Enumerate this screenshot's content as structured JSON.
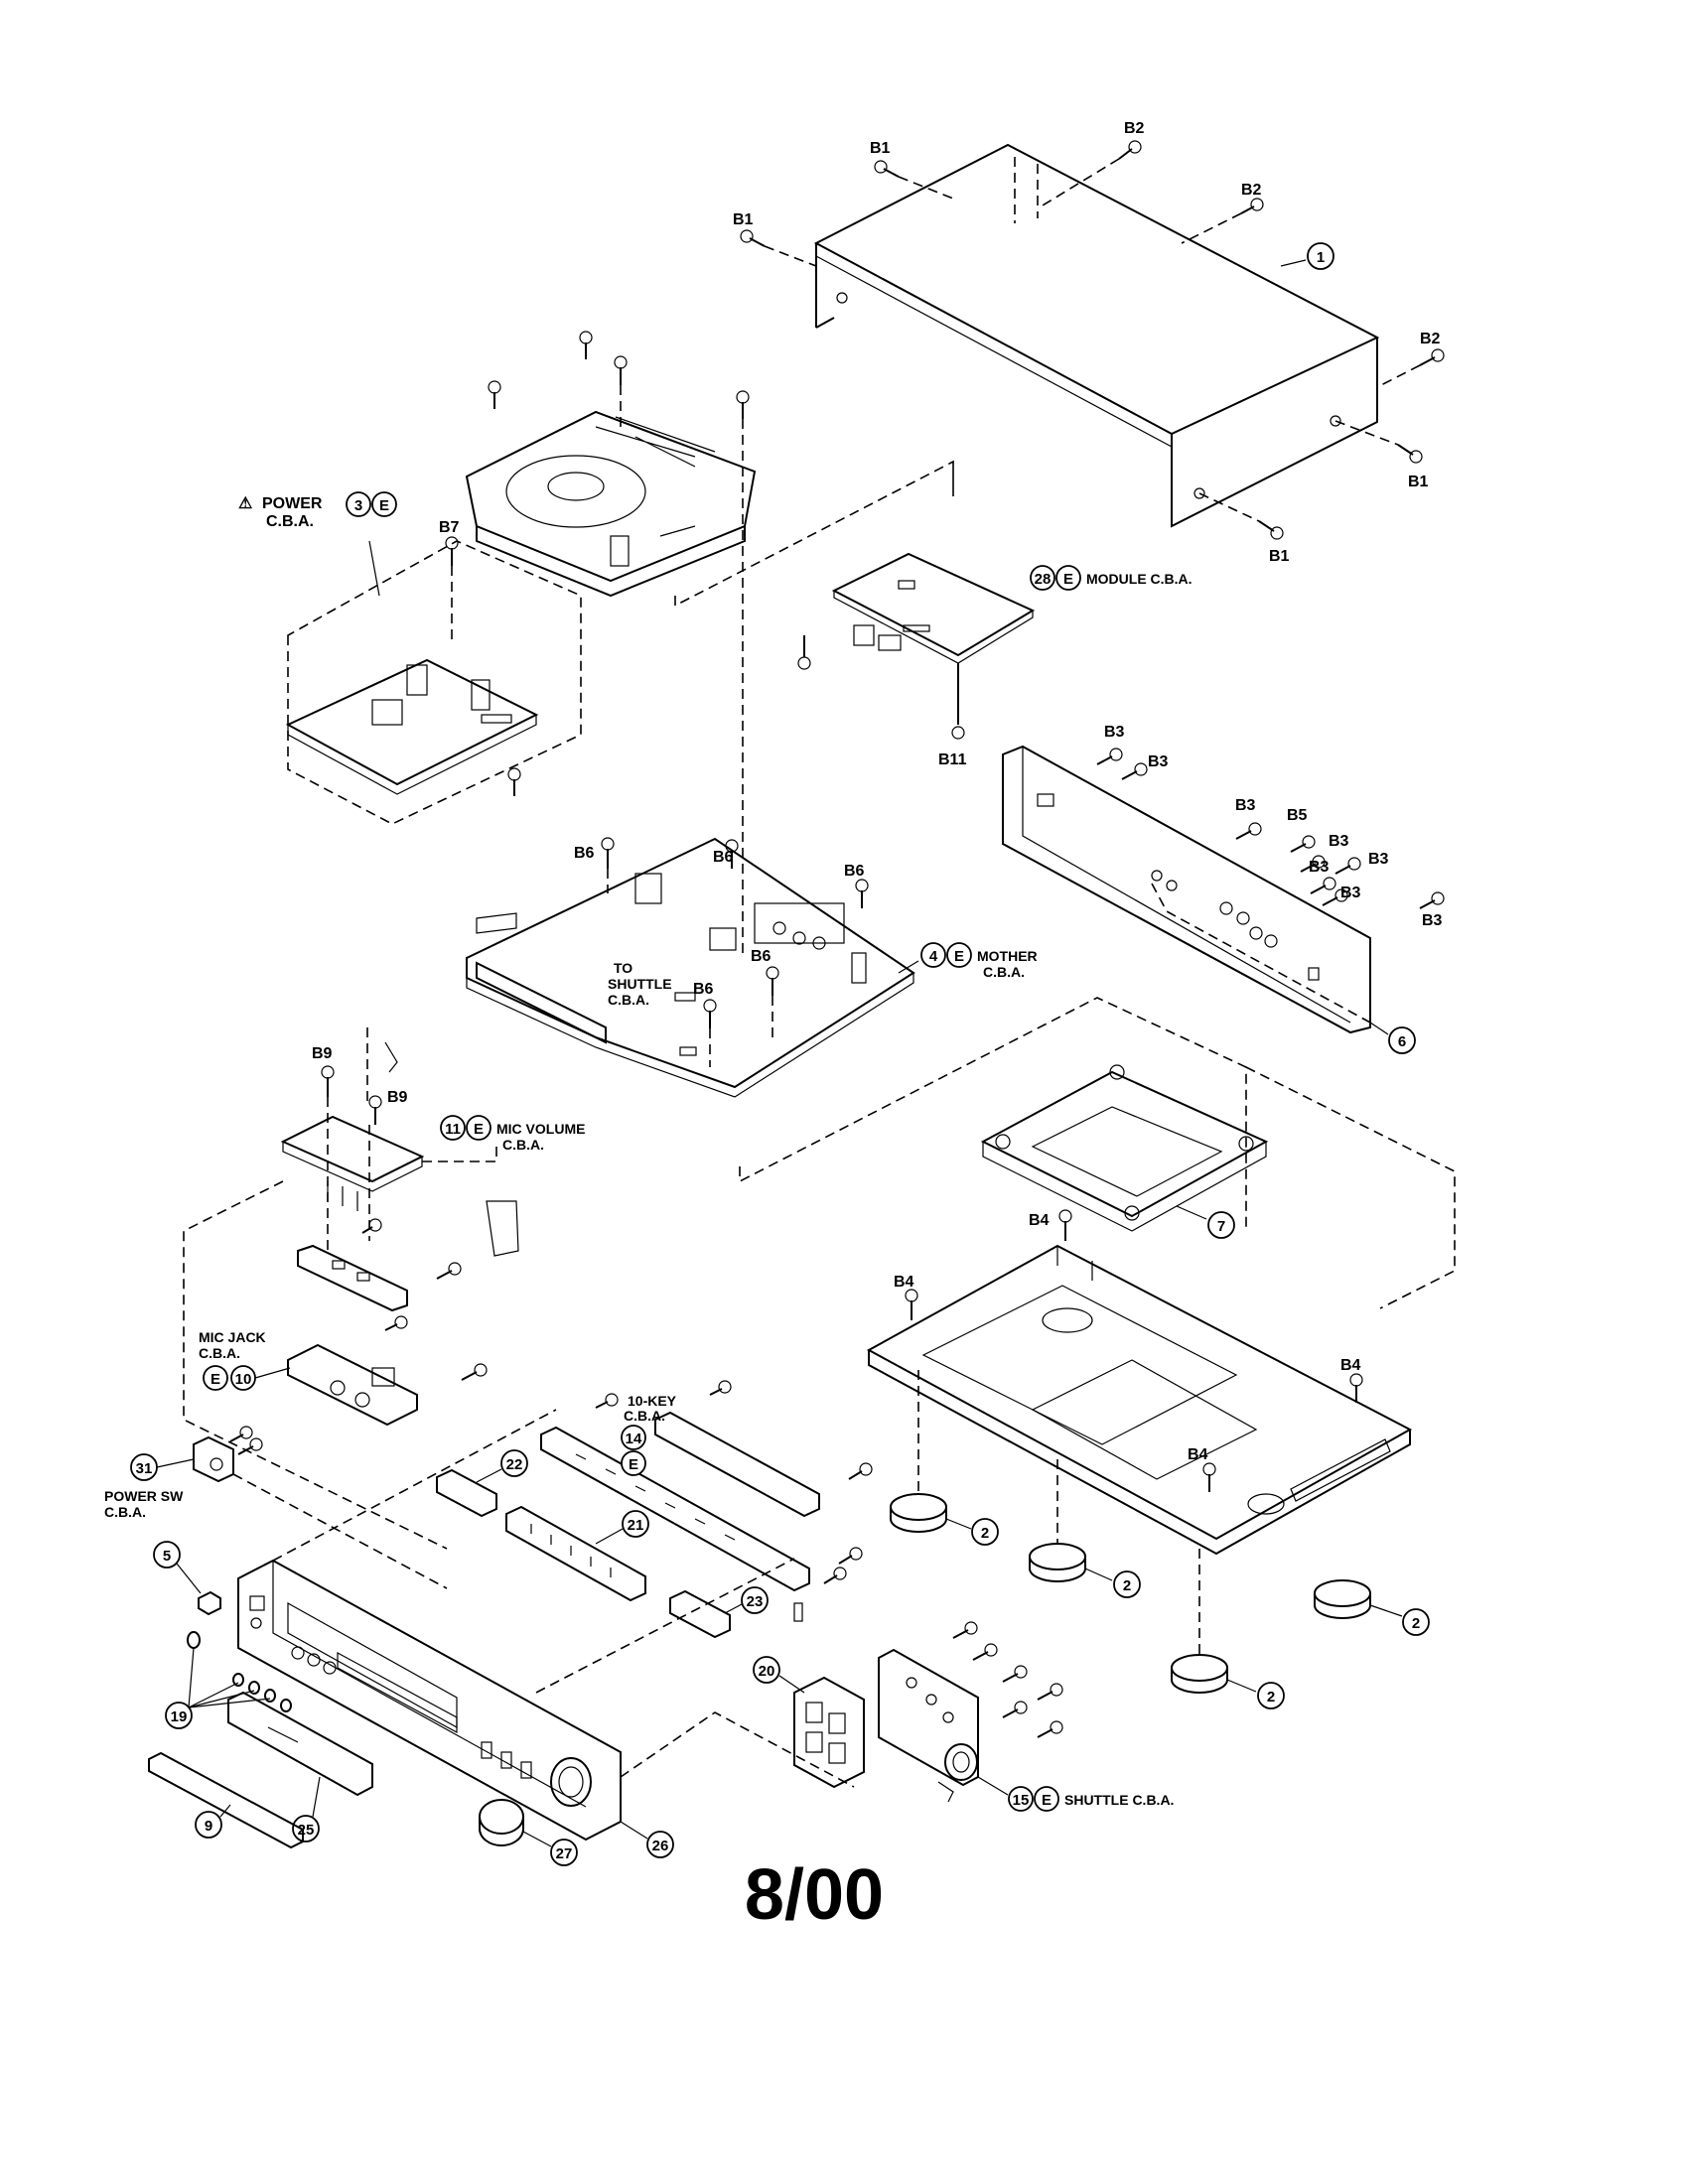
{
  "screws": {
    "b1": "B1",
    "b2": "B2",
    "b3": "B3",
    "b4": "B4",
    "b5": "B5",
    "b6": "B6",
    "b7": "B7",
    "b9": "B9",
    "b11": "B11"
  },
  "labels": {
    "power_cba": [
      "POWER",
      "C.B.A."
    ],
    "power_warning_symbol": "⚠",
    "module_cba": "MODULE C.B.A.",
    "mother_cba": [
      "MOTHER",
      "C.B.A."
    ],
    "to_shuttle_cba": [
      "TO",
      "SHUTTLE",
      "C.B.A."
    ],
    "mic_volume_cba": [
      "MIC VOLUME",
      "C.B.A."
    ],
    "mic_jack_cba": [
      "MIC JACK",
      "C.B.A."
    ],
    "ten_key_cba": [
      "10-KEY",
      "C.B.A."
    ],
    "power_sw_cba": [
      "POWER SW",
      "C.B.A."
    ],
    "shuttle_cba": "SHUTTLE C.B.A.",
    "e_mark": "E"
  },
  "part_numbers": {
    "p1": "1",
    "p2": "2",
    "p3": "3",
    "p4": "4",
    "p5": "5",
    "p6": "6",
    "p7": "7",
    "p9": "9",
    "p10": "10",
    "p11": "11",
    "p14": "14",
    "p15": "15",
    "p19": "19",
    "p20": "20",
    "p21": "21",
    "p22": "22",
    "p23": "23",
    "p25": "25",
    "p26": "26",
    "p27": "27",
    "p28": "28",
    "p31": "31"
  },
  "footer": {
    "date": "8/00"
  }
}
